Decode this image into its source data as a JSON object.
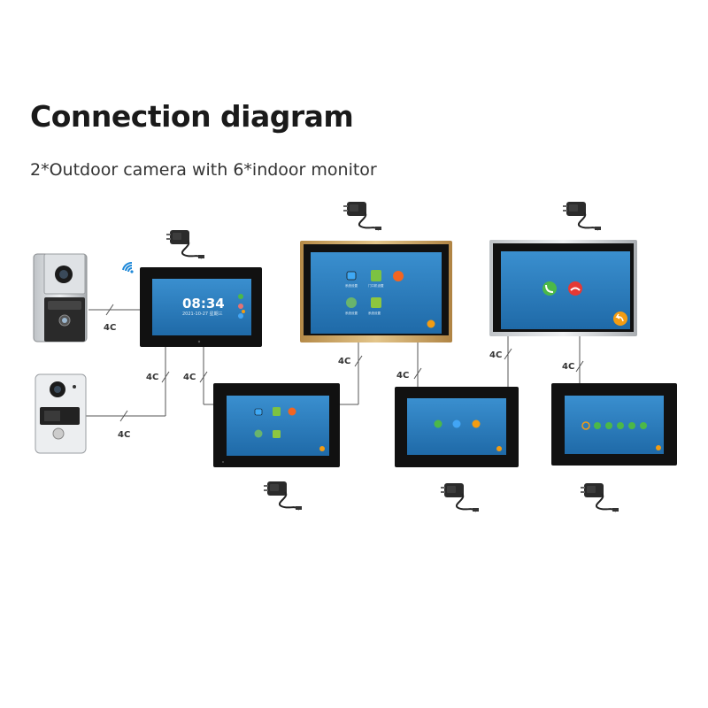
{
  "title": "Connection diagram",
  "subtitle": "2*Outdoor camera with 6*indoor monitor",
  "wire_label": "4C",
  "monitor_main": {
    "clock": "08:34",
    "date": "2021-10-27  星期三"
  },
  "menu_labels": [
    "系统设置",
    "门口机设置",
    "",
    "系统设置",
    "系统设置"
  ],
  "colors": {
    "screen": "#1f73b4",
    "screen_light": "#3a8fcf",
    "bezel": "#111111",
    "trim_gold": "#c9a25e",
    "trim_silver": "#b9b9b9",
    "accept": "#4cb848",
    "decline": "#e53935",
    "back": "#f39c12"
  },
  "icons": [
    "wifi-icon",
    "power-adapter-icon",
    "phone-accept-icon",
    "phone-decline-icon",
    "back-arrow-icon"
  ]
}
